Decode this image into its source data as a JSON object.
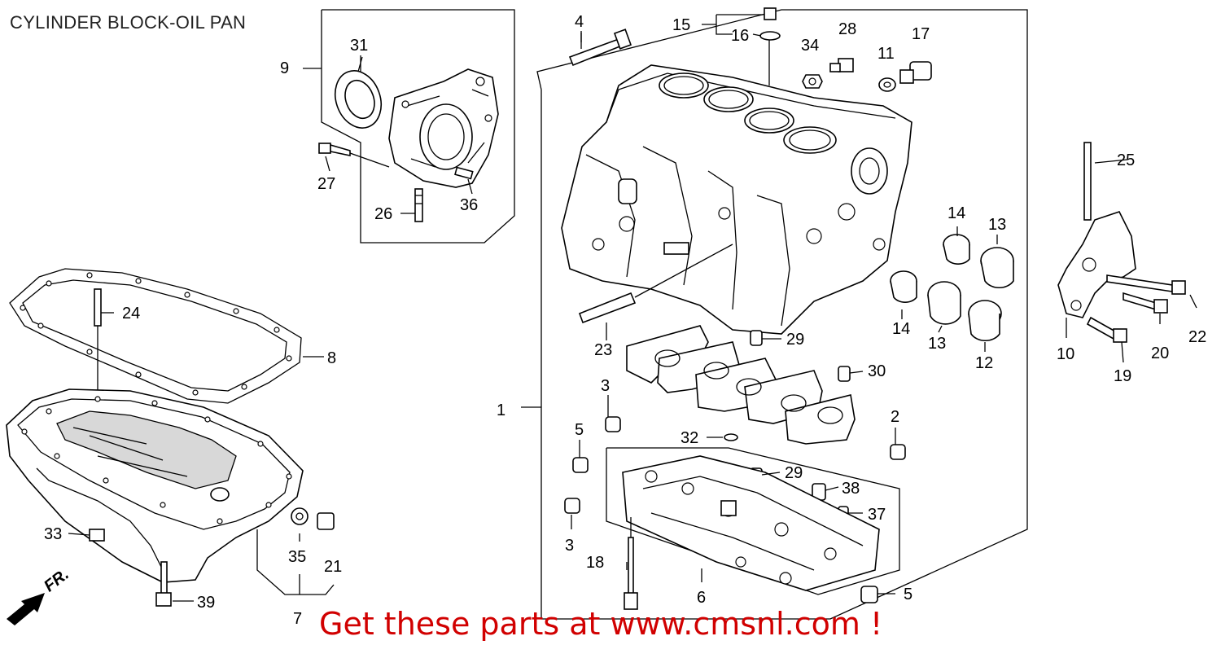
{
  "title": "CYLINDER BLOCK-OIL PAN",
  "footer": "Get these parts at www.cmsnl.com !",
  "direction_label": "FR.",
  "callouts": [
    "1",
    "2",
    "3",
    "3",
    "4",
    "5",
    "5",
    "6",
    "7",
    "8",
    "9",
    "10",
    "11",
    "12",
    "13",
    "13",
    "14",
    "14",
    "15",
    "16",
    "17",
    "18",
    "19",
    "20",
    "21",
    "22",
    "23",
    "24",
    "25",
    "26",
    "27",
    "28",
    "29",
    "29",
    "30",
    "31",
    "32",
    "33",
    "34",
    "35",
    "36",
    "37",
    "38",
    "39"
  ],
  "colors": {
    "footer": "#d10000",
    "line": "#000000",
    "text": "#222222"
  }
}
